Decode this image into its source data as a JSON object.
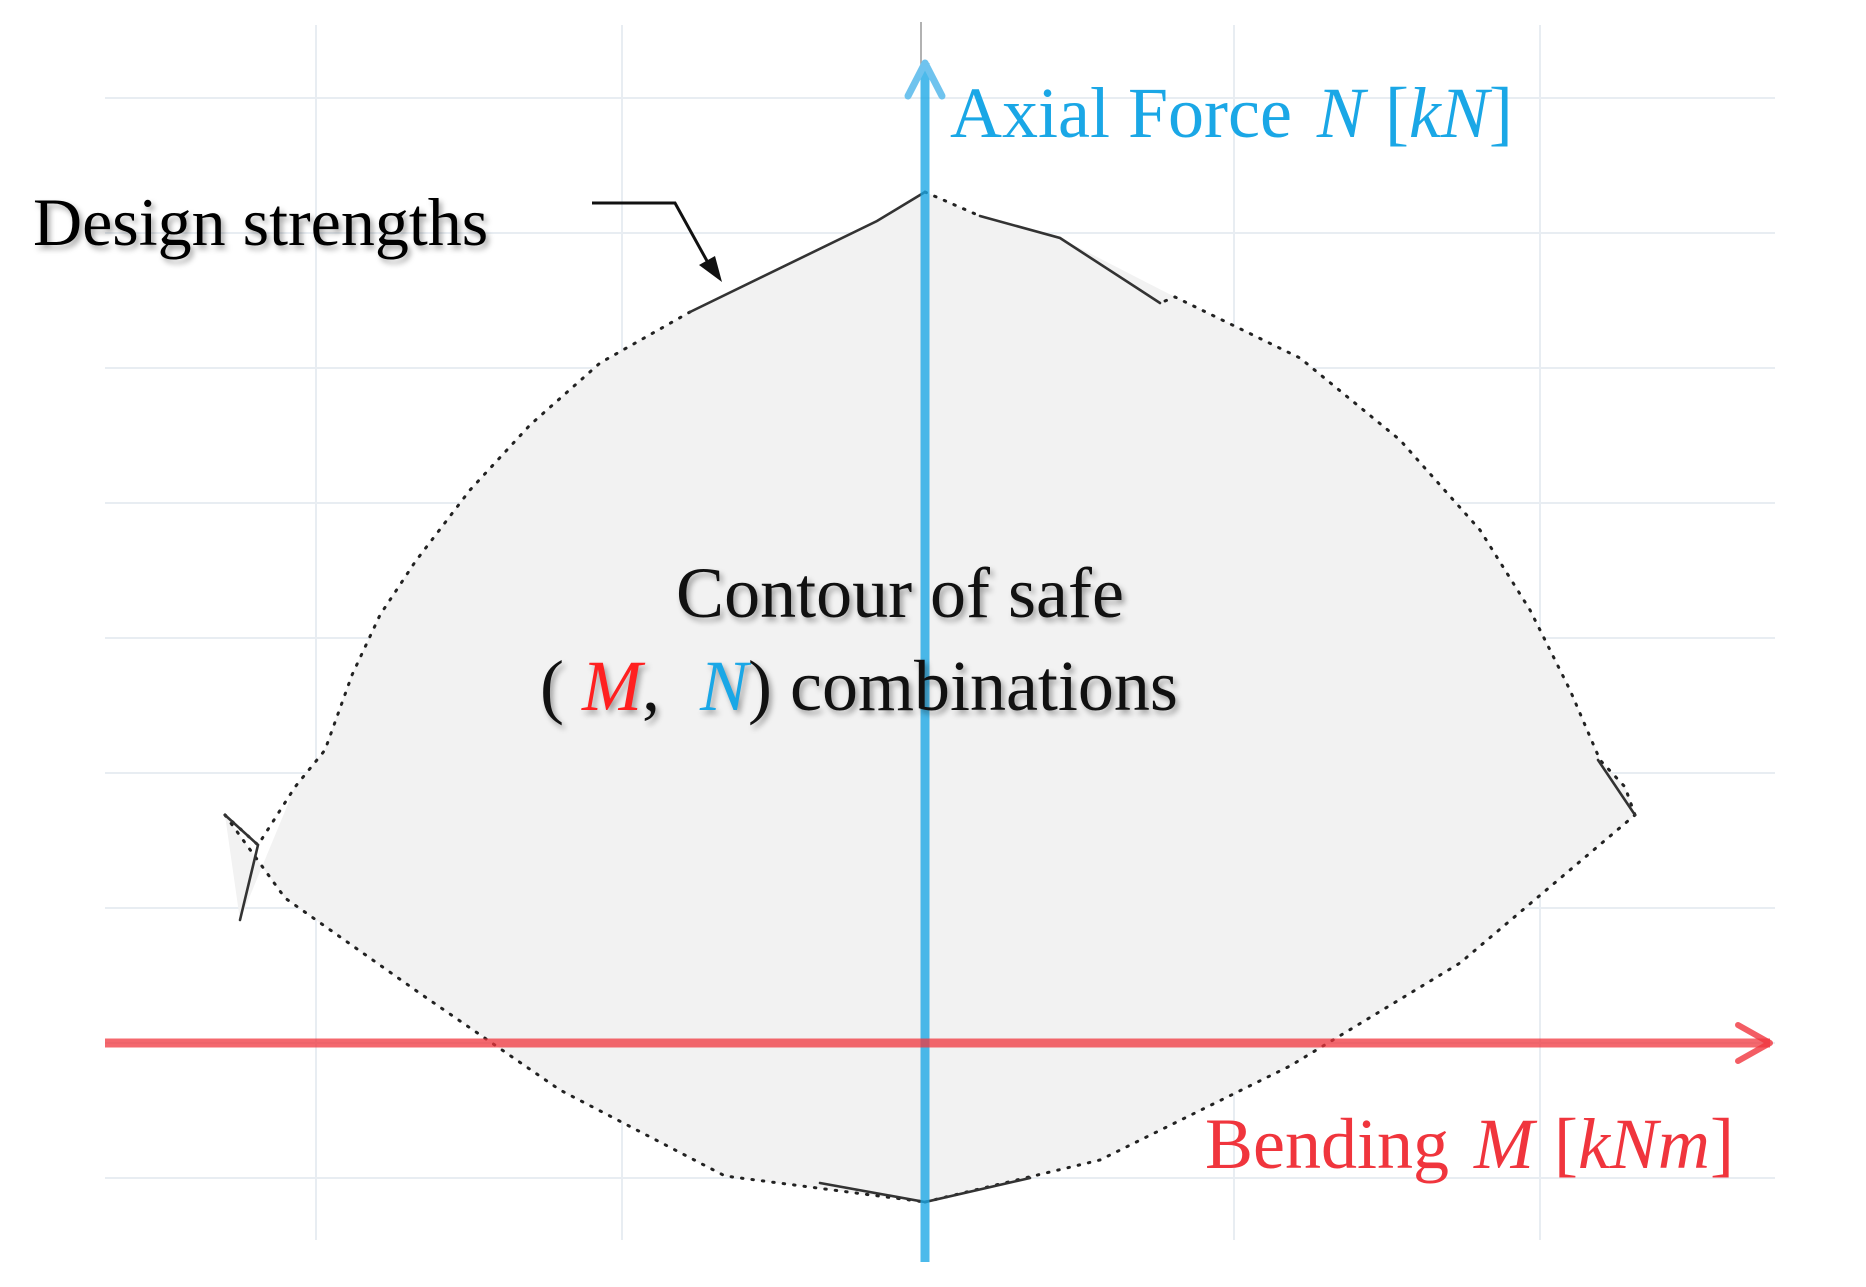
{
  "axes": {
    "vertical": {
      "label": "Axial Force",
      "symbol": "N",
      "unit_open": "[",
      "unit": "kN",
      "unit_close": "]",
      "color": "#1aa7e6"
    },
    "horizontal": {
      "label": "Bending",
      "symbol": "M",
      "unit_open": "[",
      "unit": "kNm",
      "unit_close": "]",
      "color": "#f0353d"
    }
  },
  "annotations": {
    "design_strengths": "Design strengths",
    "contour_line1": "Contour of safe",
    "contour_line2": {
      "open": "(",
      "m": "M",
      "comma": ",",
      "n": "N",
      "close": ")",
      "rest": "combinations"
    }
  },
  "colors": {
    "region_fill": "#f2f2f2",
    "grid": "#e8edf2",
    "boundary": "#222222",
    "m_symbol": "#ff2020",
    "n_symbol": "#1aa7e6"
  }
}
